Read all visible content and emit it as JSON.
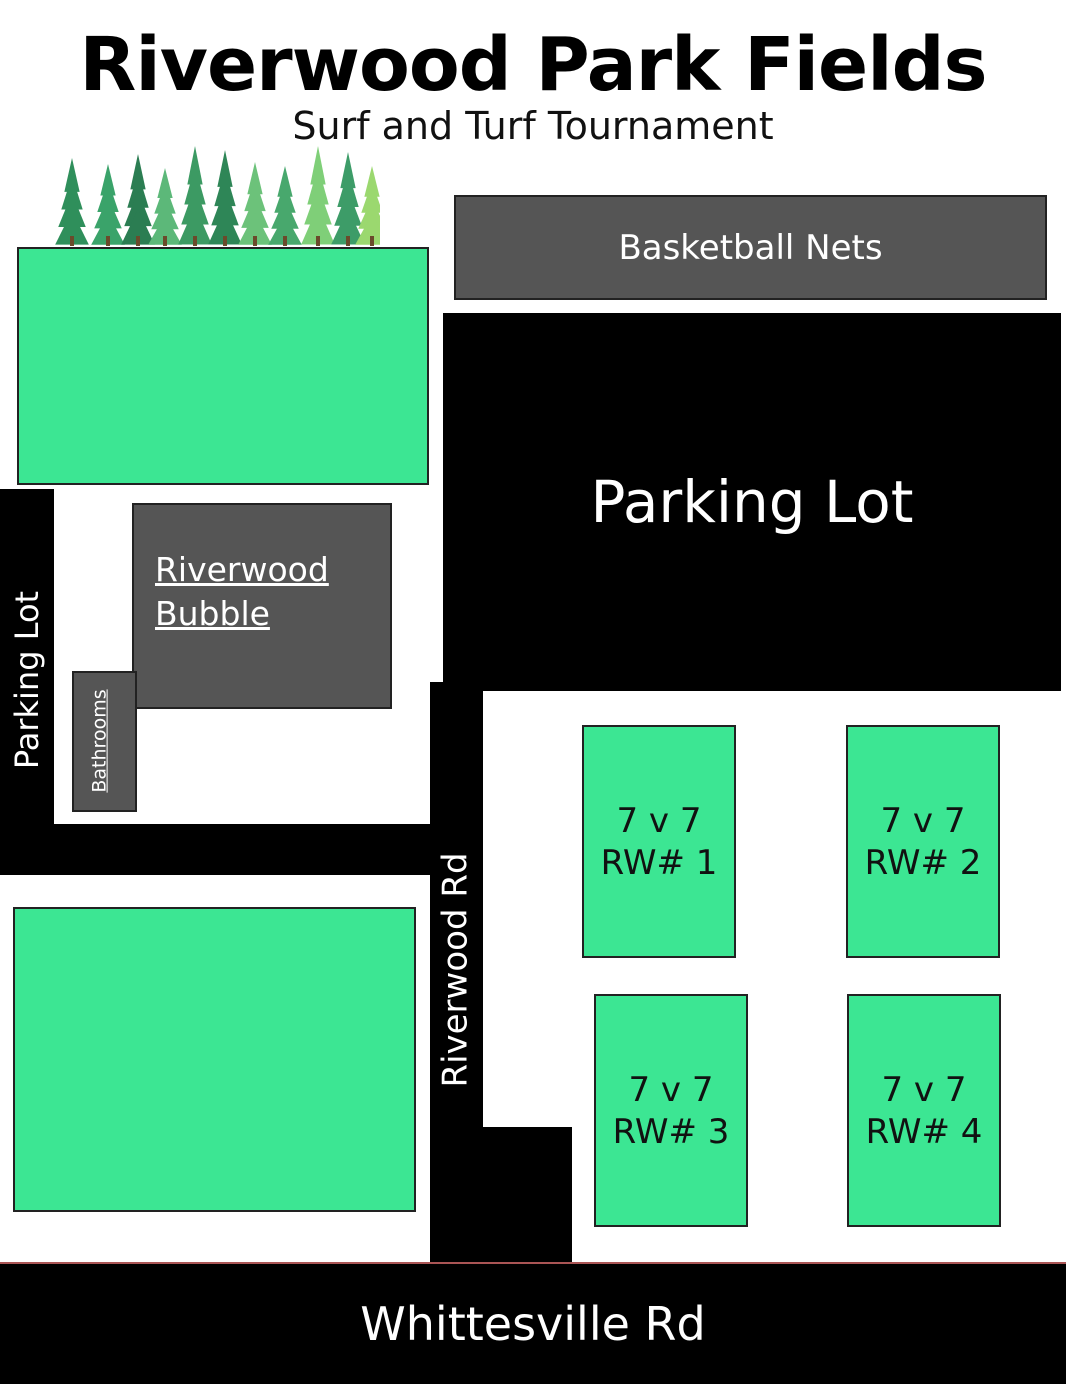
{
  "header": {
    "title": "Riverwood Park Fields",
    "subtitle": "Surf and Turf Tournament"
  },
  "icons": {
    "trees": "pine-tree-icons"
  },
  "areas": {
    "basketball": "Basketball Nets",
    "main_parking": "Parking Lot",
    "bubble_line1": "Riverwood",
    "bubble_line2": "Bubble",
    "side_parking": "Parking Lot",
    "bathrooms": "Bathrooms",
    "riverwood_rd": "Riverwood Rd",
    "whittesville_rd": "Whittesville Rd"
  },
  "fields": [
    {
      "line1": "7 v 7",
      "line2": "RW# 1"
    },
    {
      "line1": "7 v 7",
      "line2": "RW# 2"
    },
    {
      "line1": "7 v 7",
      "line2": "RW# 3"
    },
    {
      "line1": "7 v 7",
      "line2": "RW# 4"
    }
  ],
  "colors": {
    "field_green": "#3ce693",
    "building_gray": "#555555",
    "road_black": "#000000"
  }
}
